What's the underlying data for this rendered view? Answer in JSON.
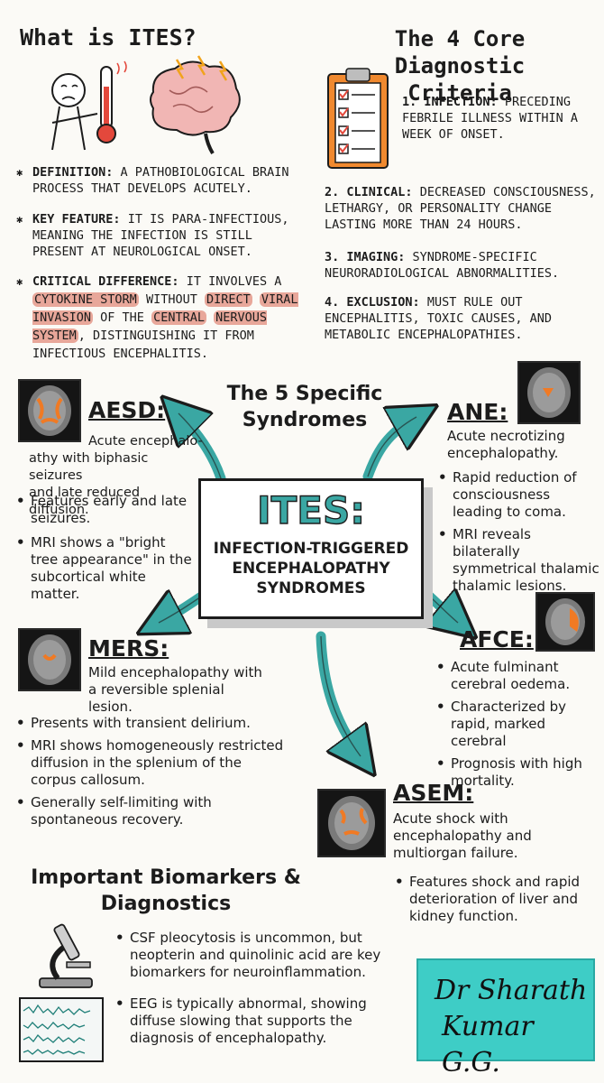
{
  "what_is": {
    "title": "What is ITES?",
    "definition_label": "DEFINITION:",
    "definition_text": "A pathobiological brain process that develops acutely.",
    "key_label": "KEY FEATURE:",
    "key_text": "It is para-infectious, meaning the infection is still present at neurological onset.",
    "critical_label": "CRITICAL DIFFERENCE:",
    "critical_p1": "It involves a",
    "critical_h1": "cytokine storm",
    "critical_p2": "without",
    "critical_h2": "direct",
    "critical_h3": "viral invasion",
    "critical_p3": "of the",
    "critical_h4": "central",
    "critical_h5": "nervous system",
    "critical_p4": ", distinguishing it from infectious encephalitis."
  },
  "criteria": {
    "title_line1": "The 4 Core Diagnostic",
    "title_line2": "Criteria",
    "items": [
      {
        "label": "1. INFECTION:",
        "text": "Preceding febrile illness within a week of onset."
      },
      {
        "label": "2. CLINICAL:",
        "text": "Decreased consciousness, lethargy, or personality change lasting more than 24 hours."
      },
      {
        "label": "3. IMAGING:",
        "text": "Syndrome-specific neuroradiological abnormalities."
      },
      {
        "label": "4. EXCLUSION:",
        "text": "Must rule out encephalitis, toxic causes, and metabolic encephalopathies."
      }
    ]
  },
  "specific": {
    "title_line1": "The 5 Specific",
    "title_line2": "Syndromes"
  },
  "center": {
    "title": "ITES:",
    "line1": "INFECTION-TRIGGERED",
    "line2": "ENCEPHALOPATHY",
    "line3": "SYNDROMES"
  },
  "aesd": {
    "name": "AESD:",
    "desc_l1": "Acute encephalo-",
    "desc_l2": "athy with biphasic seizures",
    "desc_l3": "and late reduced diffusion.",
    "bullets": [
      "Features early and late seizures.",
      "MRI shows a \"bright tree appearance\" in the subcortical white matter."
    ]
  },
  "ane": {
    "name": "ANE:",
    "desc": "Acute necrotizing encephalopathy.",
    "bullets": [
      "Rapid reduction of consciousness leading to coma.",
      "MRI reveals bilaterally symmetrical thalamic thalamic lesions."
    ]
  },
  "mers": {
    "name": "MERS:",
    "desc": "Mild encephalopathy with a reversible splenial lesion.",
    "bullets": [
      "Presents with transient delirium.",
      "MRI shows homogeneously restricted diffusion in the splenium of the corpus callosum.",
      "Generally self-limiting with spontaneous recovery."
    ]
  },
  "afce": {
    "name": "AFCE:",
    "bullets": [
      "Acute fulminant cerebral oedema.",
      "Characterized by rapid, marked cerebral",
      "Prognosis with high mortality."
    ]
  },
  "asem": {
    "name": "ASEM:",
    "desc": "Acute shock with encephalopathy and multiorgan failure.",
    "bullets": [
      "Features shock and rapid deterioration of liver and kidney function."
    ]
  },
  "biomarkers": {
    "title_line1": "Important Biomarkers &",
    "title_line2": "Diagnostics",
    "bullets": [
      "CSF pleocytosis is uncommon, but neopterin and quinolinic acid are key biomarkers for neuroinflammation.",
      "EEG is typically abnormal, showing diffuse slowing that supports the diagnosis of encephalopathy."
    ]
  },
  "signature": {
    "line1": "Dr Sharath",
    "line2": "Kumar G.G."
  },
  "colors": {
    "teal": "#3aa7a3",
    "orange": "#f07a24",
    "highlight": "#e8a79a",
    "pink": "#f1b6b4"
  },
  "icons": [
    "sick-person-thermometer-icon",
    "brain-lightning-icon",
    "clipboard-checklist-icon",
    "microscope-icon",
    "eeg-monitor-icon",
    "mri-scan-icon"
  ]
}
